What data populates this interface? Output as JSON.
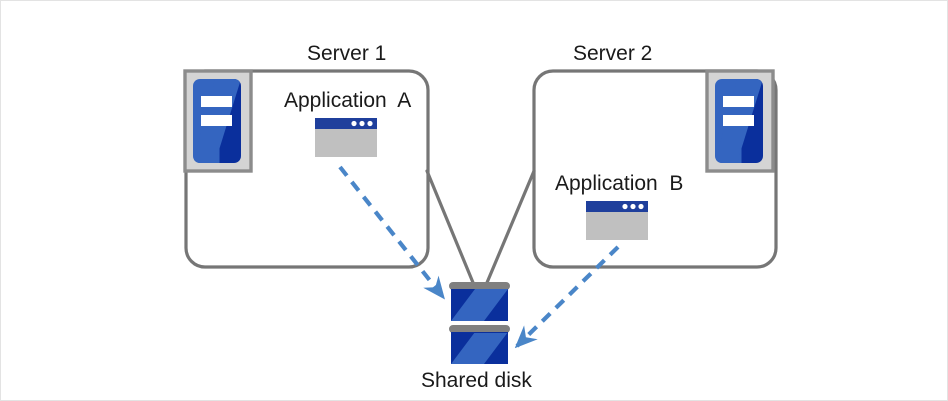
{
  "diagram": {
    "title_type": "cluster-shared-disk-architecture",
    "colors": {
      "box_border": "#767676",
      "connector_line": "#767676",
      "arrow": "#4a86c8",
      "icon_blue_light": "#3465c0",
      "icon_blue_dark": "#0a2f9c",
      "icon_tray": "#d4d4d4",
      "icon_tray_border": "#8c8c8c",
      "window_titlebar": "#1f3f9c",
      "window_body": "#c0c0c0",
      "disk_bar": "#808080",
      "text": "#1a1a1a",
      "page_border": "#e3e3e3"
    },
    "servers": [
      {
        "id": "server-1",
        "label": "Server 1",
        "icon_name": "server-icon",
        "icon_position": "top-left",
        "application": {
          "label": "Application  A",
          "icon_name": "application-window-icon"
        }
      },
      {
        "id": "server-2",
        "label": "Server 2",
        "icon_name": "server-icon",
        "icon_position": "top-right",
        "application": {
          "label": "Application  B",
          "icon_name": "application-window-icon"
        }
      }
    ],
    "storage": {
      "id": "shared-disk",
      "label": "Shared disk",
      "icon_name": "disk-stack-icon",
      "platters": 2
    },
    "connectors": [
      {
        "from": "server-1",
        "to": "shared-disk",
        "style": "solid",
        "color": "#767676"
      },
      {
        "from": "server-2",
        "to": "shared-disk",
        "style": "solid",
        "color": "#767676"
      }
    ],
    "access_arrows": [
      {
        "from": "application-a",
        "to": "shared-disk",
        "style": "dashed",
        "color": "#4a86c8"
      },
      {
        "from": "application-b",
        "to": "shared-disk",
        "style": "dashed",
        "color": "#4a86c8"
      }
    ]
  }
}
